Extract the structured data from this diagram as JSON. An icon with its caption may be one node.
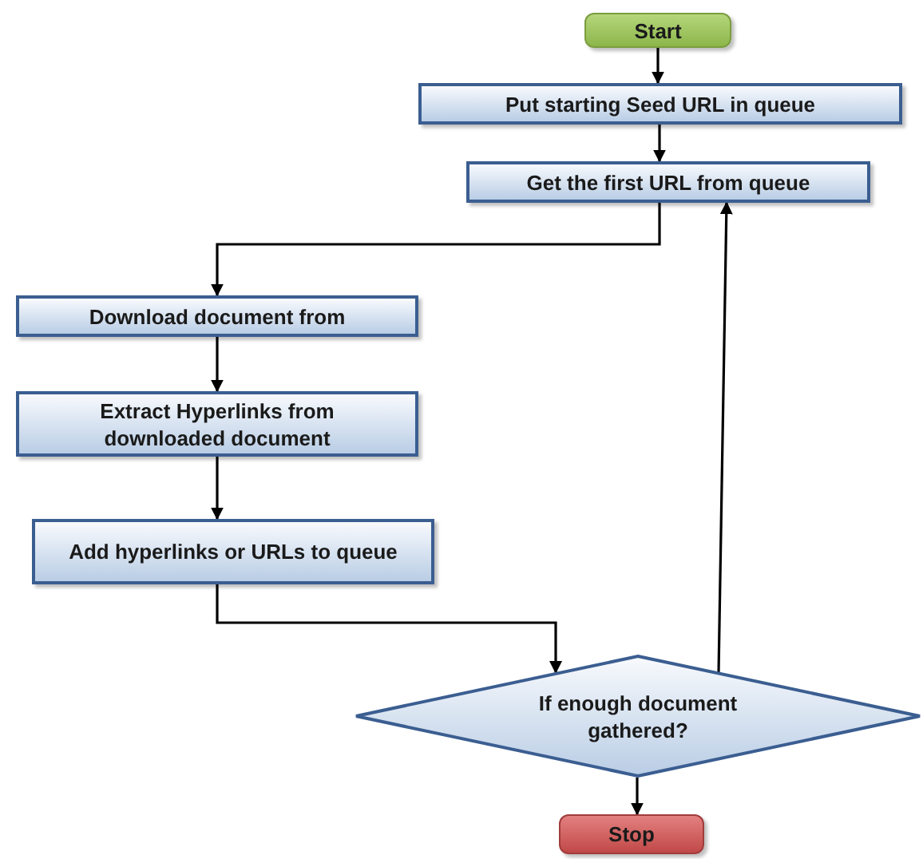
{
  "diagram": {
    "nodes": [
      {
        "text": [
          "Start"
        ]
      },
      {
        "text": [
          "Put starting Seed URL in queue"
        ]
      },
      {
        "text": [
          "Get the first URL from queue"
        ]
      },
      {
        "text": [
          "Download document from"
        ]
      },
      {
        "text": [
          "Extract Hyperlinks from downloaded document"
        ]
      },
      {
        "text": [
          "Add hyperlinks or URLs to queue"
        ]
      },
      {
        "text": [
          "If enough document gathered?"
        ]
      },
      {
        "text": [
          "Stop"
        ]
      }
    ],
    "edges": [
      {
        "from": 0,
        "to": 1,
        "arrow": "to"
      },
      {
        "from": 1,
        "to": 2,
        "arrow": "to"
      },
      {
        "from": 2,
        "to": 3,
        "arrow": "to"
      },
      {
        "from": 3,
        "to": 4,
        "arrow": "to"
      },
      {
        "from": 4,
        "to": 5,
        "arrow": "to"
      },
      {
        "from": 5,
        "to": 6,
        "arrow": "to"
      },
      {
        "from": 6,
        "to": 2,
        "arrow": "to"
      },
      {
        "from": 6,
        "to": 7,
        "arrow": "to"
      }
    ]
  }
}
